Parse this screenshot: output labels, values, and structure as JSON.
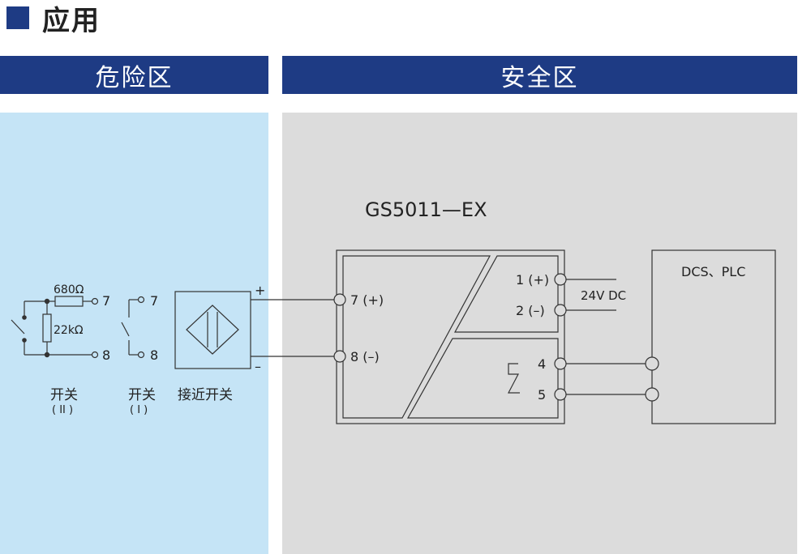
{
  "section": {
    "title": "应用"
  },
  "zones": {
    "hazardous": {
      "label": "危险区",
      "header_color": "#1e3b84",
      "bg_color": "#c5e4f6"
    },
    "safe": {
      "label": "安全区",
      "header_color": "#1e3b84",
      "bg_color": "#dcdcdc"
    }
  },
  "diagram": {
    "model": "GS5011—EX",
    "sensors": {
      "switch_ii": {
        "label": "开关",
        "sub": "(  II  )",
        "resistor_top": "680Ω",
        "resistor_mid": "22kΩ",
        "term_a": "7",
        "term_b": "8"
      },
      "switch_i": {
        "label": "开关",
        "sub": "(  I  )",
        "term_a": "7",
        "term_b": "8"
      },
      "proximity": {
        "label": "接近开关",
        "plus": "+",
        "minus": "–"
      }
    },
    "device_terminals": {
      "in_pos": "7 (+)",
      "in_neg": "8 (–)",
      "supply_pos": "1 (+)",
      "supply_neg": "2 (–)",
      "out_4": "4",
      "out_5": "5"
    },
    "supply": "24V  DC",
    "controller": "DCS、PLC"
  }
}
